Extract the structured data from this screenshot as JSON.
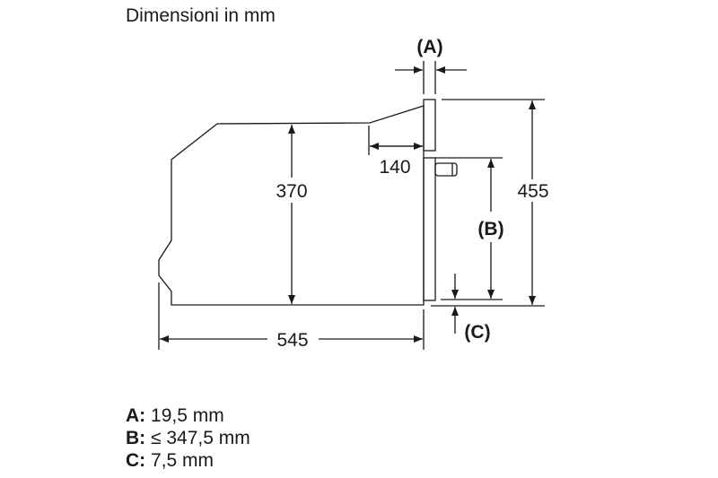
{
  "title": "Dimensioni in mm",
  "dimensions": {
    "depth": "545",
    "height_body": "370",
    "total_height": "455",
    "recess": "140",
    "label_a": "(A)",
    "label_b": "(B)",
    "label_c": "(C)"
  },
  "legend": [
    {
      "key": "A:",
      "value": "19,5 mm"
    },
    {
      "key": "B:",
      "value": "≤ 347,5 mm"
    },
    {
      "key": "C:",
      "value": "7,5 mm"
    }
  ]
}
